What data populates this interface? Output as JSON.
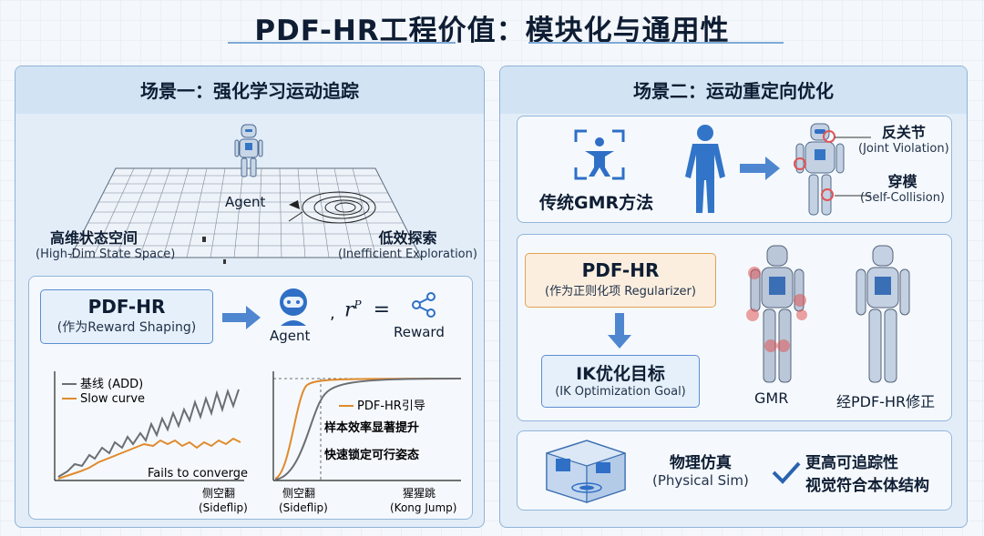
{
  "title": "PDF-HR工程价值：模块化与通用性",
  "left": {
    "header": "场景一：强化学习运动追踪",
    "agent_label": "Agent",
    "state_space_cn": "高维状态空间",
    "state_space_en": "(High-Dim State Space)",
    "inefficient_cn": "低效探索",
    "inefficient_en": "(Inefficient Exploration)",
    "pdfhr_title": "PDF-HR",
    "pdfhr_sub": "(作为Reward Shaping)",
    "agent2_label": "Agent",
    "comma": ",",
    "formula_r": "r",
    "formula_sup": "P",
    "formula_eq": "=",
    "reward_label": "Reward",
    "chart1": {
      "legend_baseline": "基线 (ADD)",
      "legend_slow": "Slow curve",
      "annotation": "Fails to converge",
      "x_cn": "侧空翻",
      "x_en": "(Sideflip)"
    },
    "chart2": {
      "legend_pdfhr": "PDF-HR引导",
      "note1": "样本效率显著提升",
      "note2": "快速锁定可行姿态",
      "x1_cn": "侧空翻",
      "x1_en": "(Sideflip)",
      "x2_cn": "猩猩跳",
      "x2_en": "(Kong Jump)"
    }
  },
  "right": {
    "header": "场景二：运动重定向优化",
    "gmr_method": "传统GMR方法",
    "joint_cn": "反关节",
    "joint_en": "(Joint Violation)",
    "collision_cn": "穿模",
    "collision_en": "(Self-Collision)",
    "pdfhr_title": "PDF-HR",
    "pdfhr_sub": "(作为正则化项 Regularizer)",
    "ik_title": "IK优化目标",
    "ik_sub": "(IK Optimization Goal)",
    "robot1_label": "GMR",
    "robot2_label": "经PDF-HR修正",
    "sim_cn": "物理仿真",
    "sim_en": "(Physical Sim)",
    "benefit1": "更高可追踪性",
    "benefit2": "视觉符合本体结构"
  },
  "colors": {
    "accent_blue": "#2b6cb0",
    "orange": "#e08a2c",
    "gray": "#6b6e73",
    "red_marker": "#e05555"
  },
  "icons": [
    "robot-icon",
    "arrow-right-icon",
    "agent-head-icon",
    "share-icon",
    "motion-capture-icon",
    "human-figure-icon",
    "arrow-down-icon",
    "sim-room-icon",
    "check-icon"
  ]
}
